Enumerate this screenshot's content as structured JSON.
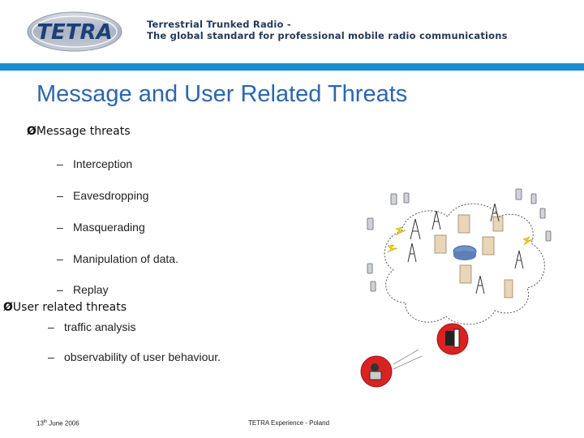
{
  "header": {
    "logo_text": "TETRA",
    "tagline_line1": "Terrestrial Trunked Radio -",
    "tagline_line2": "The global standard for professional mobile radio communications"
  },
  "slide": {
    "title": "Message and User Related Threats",
    "bullets": [
      {
        "label": "Message threats",
        "items": [
          "Interception",
          "Eavesdropping",
          "Masquerading",
          "Manipulation of data.",
          "Replay"
        ]
      },
      {
        "label": "User related threats",
        "items": [
          "traffic analysis",
          "observability of user behaviour."
        ]
      }
    ]
  },
  "footer": {
    "date_day": "13",
    "date_suffix": "th",
    "date_rest": " June 2006",
    "center": "TETRA Experience - Poland"
  },
  "colors": {
    "title": "#2b67ad",
    "bar": "#1a8ccf",
    "tagline": "#23395d"
  }
}
